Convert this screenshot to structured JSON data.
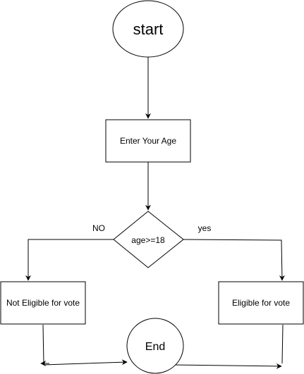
{
  "diagram": {
    "nodes": {
      "start": {
        "shape": "ellipse",
        "label": "start"
      },
      "enter_age": {
        "shape": "rectangle",
        "label": "Enter Your Age"
      },
      "decision": {
        "shape": "diamond",
        "label": "age>=18"
      },
      "not_eligible": {
        "shape": "rectangle",
        "label": "Not Eligible for vote"
      },
      "eligible": {
        "shape": "rectangle",
        "label": "Eligible for vote"
      },
      "end": {
        "shape": "ellipse",
        "label": "End"
      }
    },
    "edges": {
      "start_to_enter": {
        "from": "start",
        "to": "enter_age",
        "label": ""
      },
      "enter_to_decision": {
        "from": "enter_age",
        "to": "decision",
        "label": ""
      },
      "decision_no": {
        "from": "decision",
        "to": "not_eligible",
        "label": "NO"
      },
      "decision_yes": {
        "from": "decision",
        "to": "eligible",
        "label": "yes"
      },
      "not_eligible_to_end": {
        "from": "not_eligible",
        "to": "end",
        "label": ""
      },
      "eligible_to_end": {
        "from": "eligible",
        "to": "end",
        "label": ""
      }
    },
    "colors": {
      "stroke": "#000000",
      "fill": "#ffffff",
      "text": "#000000"
    }
  }
}
